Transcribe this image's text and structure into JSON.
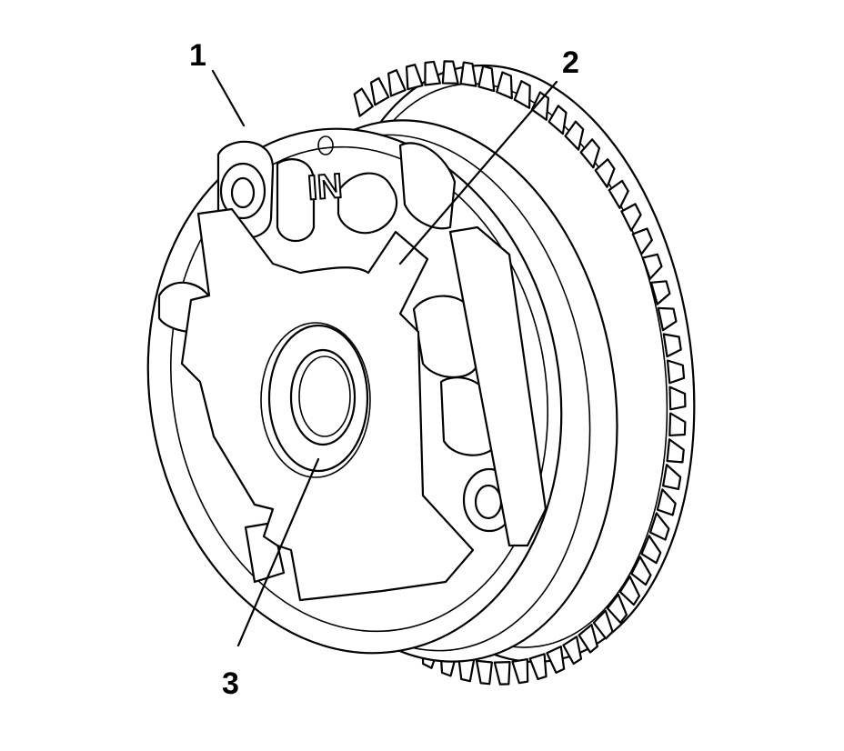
{
  "diagram": {
    "stamp_text": "IN",
    "callouts": [
      {
        "id": "1",
        "label": "1"
      },
      {
        "id": "2",
        "label": "2"
      },
      {
        "id": "3",
        "label": "3"
      }
    ]
  }
}
